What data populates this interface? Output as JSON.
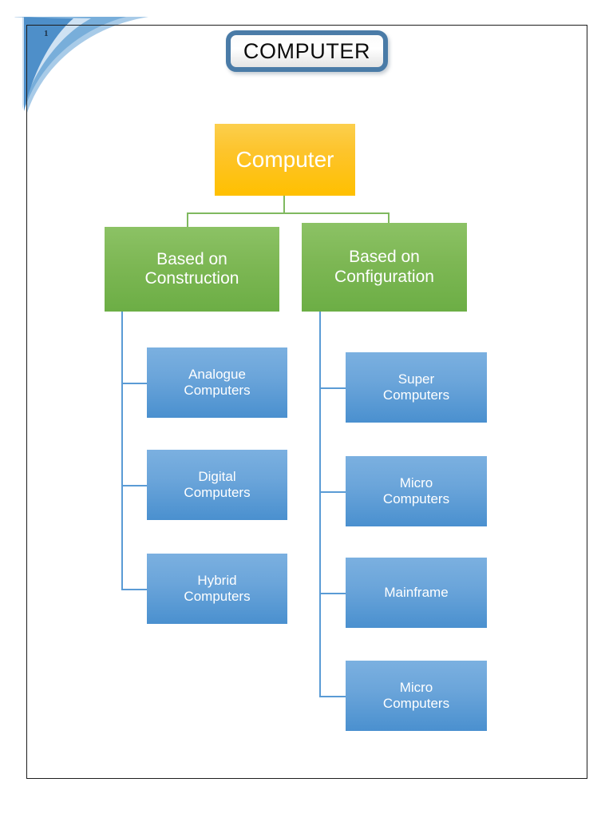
{
  "slide": {
    "page_number": "1",
    "title": "COMPUTER",
    "colors": {
      "root_fill": "#ffc000",
      "branch_fill": "#76b852",
      "leaf_fill": "#5a9bd5",
      "title_border": "#4a7ba7",
      "frame_border": "#1d1d1d",
      "connector_green": "#7fb95f",
      "connector_blue": "#5a9bd5",
      "node_text": "#ffffff"
    }
  },
  "diagram": {
    "type": "tree",
    "root": {
      "label": "Computer"
    },
    "branches": [
      {
        "label": "Based on Construction",
        "line1": "Based on",
        "line2": "Construction",
        "children": [
          {
            "label": "Analogue Computers",
            "line1": "Analogue",
            "line2": "Computers"
          },
          {
            "label": "Digital Computers",
            "line1": "Digital",
            "line2": "Computers"
          },
          {
            "label": "Hybrid Computers",
            "line1": "Hybrid",
            "line2": "Computers"
          }
        ]
      },
      {
        "label": "Based on Configuration",
        "line1": "Based on",
        "line2": "Configuration",
        "children": [
          {
            "label": "Super Computers",
            "line1": "Super",
            "line2": "Computers"
          },
          {
            "label": "Micro Computers",
            "line1": "Micro",
            "line2": "Computers"
          },
          {
            "label": "Mainframe",
            "line1": "Mainframe",
            "line2": ""
          },
          {
            "label": "Micro Computers",
            "line1": "Micro",
            "line2": "Computers"
          }
        ]
      }
    ]
  }
}
